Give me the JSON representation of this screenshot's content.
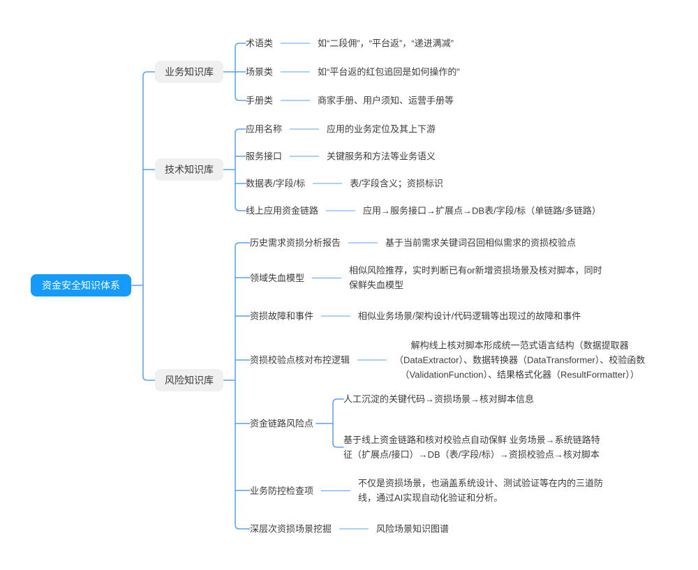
{
  "root": {
    "label": "资金安全知识体系"
  },
  "colors": {
    "root_bg": "#149bfc",
    "root_text": "#ffffff",
    "branch_bg": "#f0f0f1",
    "line": "#55a0f7",
    "text": "#3c3c3c"
  },
  "branches": [
    {
      "label": "业务知识库",
      "children": [
        {
          "label": "术语类",
          "desc": "如“二段佣”，“平台返”，“递进满减”"
        },
        {
          "label": "场景类",
          "desc": "如“平台返的红包追回是如何操作的”"
        },
        {
          "label": "手册类",
          "desc": "商家手册、用户须知、运营手册等"
        }
      ]
    },
    {
      "label": "技术知识库",
      "children": [
        {
          "label": "应用名称",
          "desc": "应用的业务定位及其上下游"
        },
        {
          "label": "服务接口",
          "desc": "关键服务和方法等业务语义"
        },
        {
          "label": "数据表/字段/标",
          "desc": "表/字段含义；资损标识"
        },
        {
          "label": "线上应用资金链路",
          "desc": "应用→服务接口→扩展点→DB表/字段/标（单链路/多链路）"
        }
      ]
    },
    {
      "label": "风险知识库",
      "children": [
        {
          "label": "历史需求资损分析报告",
          "desc": "基于当前需求关键词召回相似需求的资损校验点"
        },
        {
          "label": "领域失血模型",
          "desc": "相似风险推荐，实时判断已有or新增资损场景及核对脚本，同时\n保鲜失血模型"
        },
        {
          "label": "资损故障和事件",
          "desc": "相似业务场景/架构设计/代码逻辑等出现过的故障和事件"
        },
        {
          "label": "资损校验点核对布控逻辑",
          "desc": "解构线上核对脚本形成统一范式语言结构（数据提取器\n（DataExtractor）、数据转换器（DataTransformer）、校验函数\n（ValidationFunction）、结果格式化器（ResultFormatter））"
        },
        {
          "label": "资金链路风险点",
          "children": [
            {
              "desc": "人工沉淀的关键代码→资损场景→核对脚本信息"
            },
            {
              "desc": "基于线上资金链路和核对校验点自动保鲜 业务场景→系统链路特\n征（扩展点/接口）→DB（表/字段/标）→资损校验点→核对脚本"
            }
          ]
        },
        {
          "label": "业务防控检查项",
          "desc": "不仅是资损场景，也涵盖系统设计、测试验证等在内的三道防\n线，通过AI实现自动化验证和分析。"
        },
        {
          "label": "深层次资损场景挖掘",
          "desc": "风险场景知识图谱"
        }
      ]
    }
  ]
}
